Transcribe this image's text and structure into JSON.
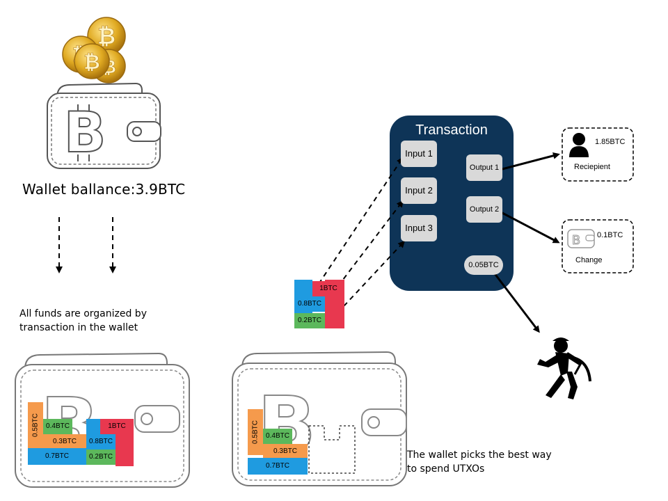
{
  "wallet_balance": "Wallet ballance:3.9BTC",
  "funds_caption_line1": "All funds are organized by",
  "funds_caption_line2": "transaction in the wallet",
  "picks_caption_line1": "The wallet picks the best way",
  "picks_caption_line2": "to spend UTXOs",
  "transaction": {
    "title": "Transaction",
    "inputs": [
      "Input 1",
      "Input 2",
      "Input 3"
    ],
    "outputs": [
      "Output 1",
      "Output 2"
    ],
    "fee": "0.05BTC"
  },
  "recipient": {
    "amount": "1.85BTC",
    "label": "Reciepient"
  },
  "change": {
    "amount": "0.1BTC",
    "label": "Change"
  },
  "utxo_stack_labels": {
    "a": "1BTC",
    "b": "0.8BTC",
    "c": "0.2BTC"
  },
  "wallet_full_utxos": {
    "u05": "0.5BTC",
    "u04": "0.4BTC",
    "u03": "0.3BTC",
    "u07": "0.7BTC",
    "u1": "1BTC",
    "u08": "0.8BTC",
    "u02": "0.2BTC"
  },
  "wallet_remaining_utxos": {
    "u05": "0.5BTC",
    "u04": "0.4BTC",
    "u03": "0.3BTC",
    "u07": "0.7BTC"
  },
  "colors": {
    "transaction_bg": "#0e3457",
    "utxo_blue": "#1f9be0",
    "utxo_orange": "#f59a4c",
    "utxo_green": "#5cb85c",
    "utxo_red": "#e8384f",
    "coin_gold": "#d9a520"
  },
  "icons": [
    "bitcoin-coin-icon",
    "wallet-icon",
    "person-icon",
    "miner-icon",
    "arrow-icon"
  ]
}
